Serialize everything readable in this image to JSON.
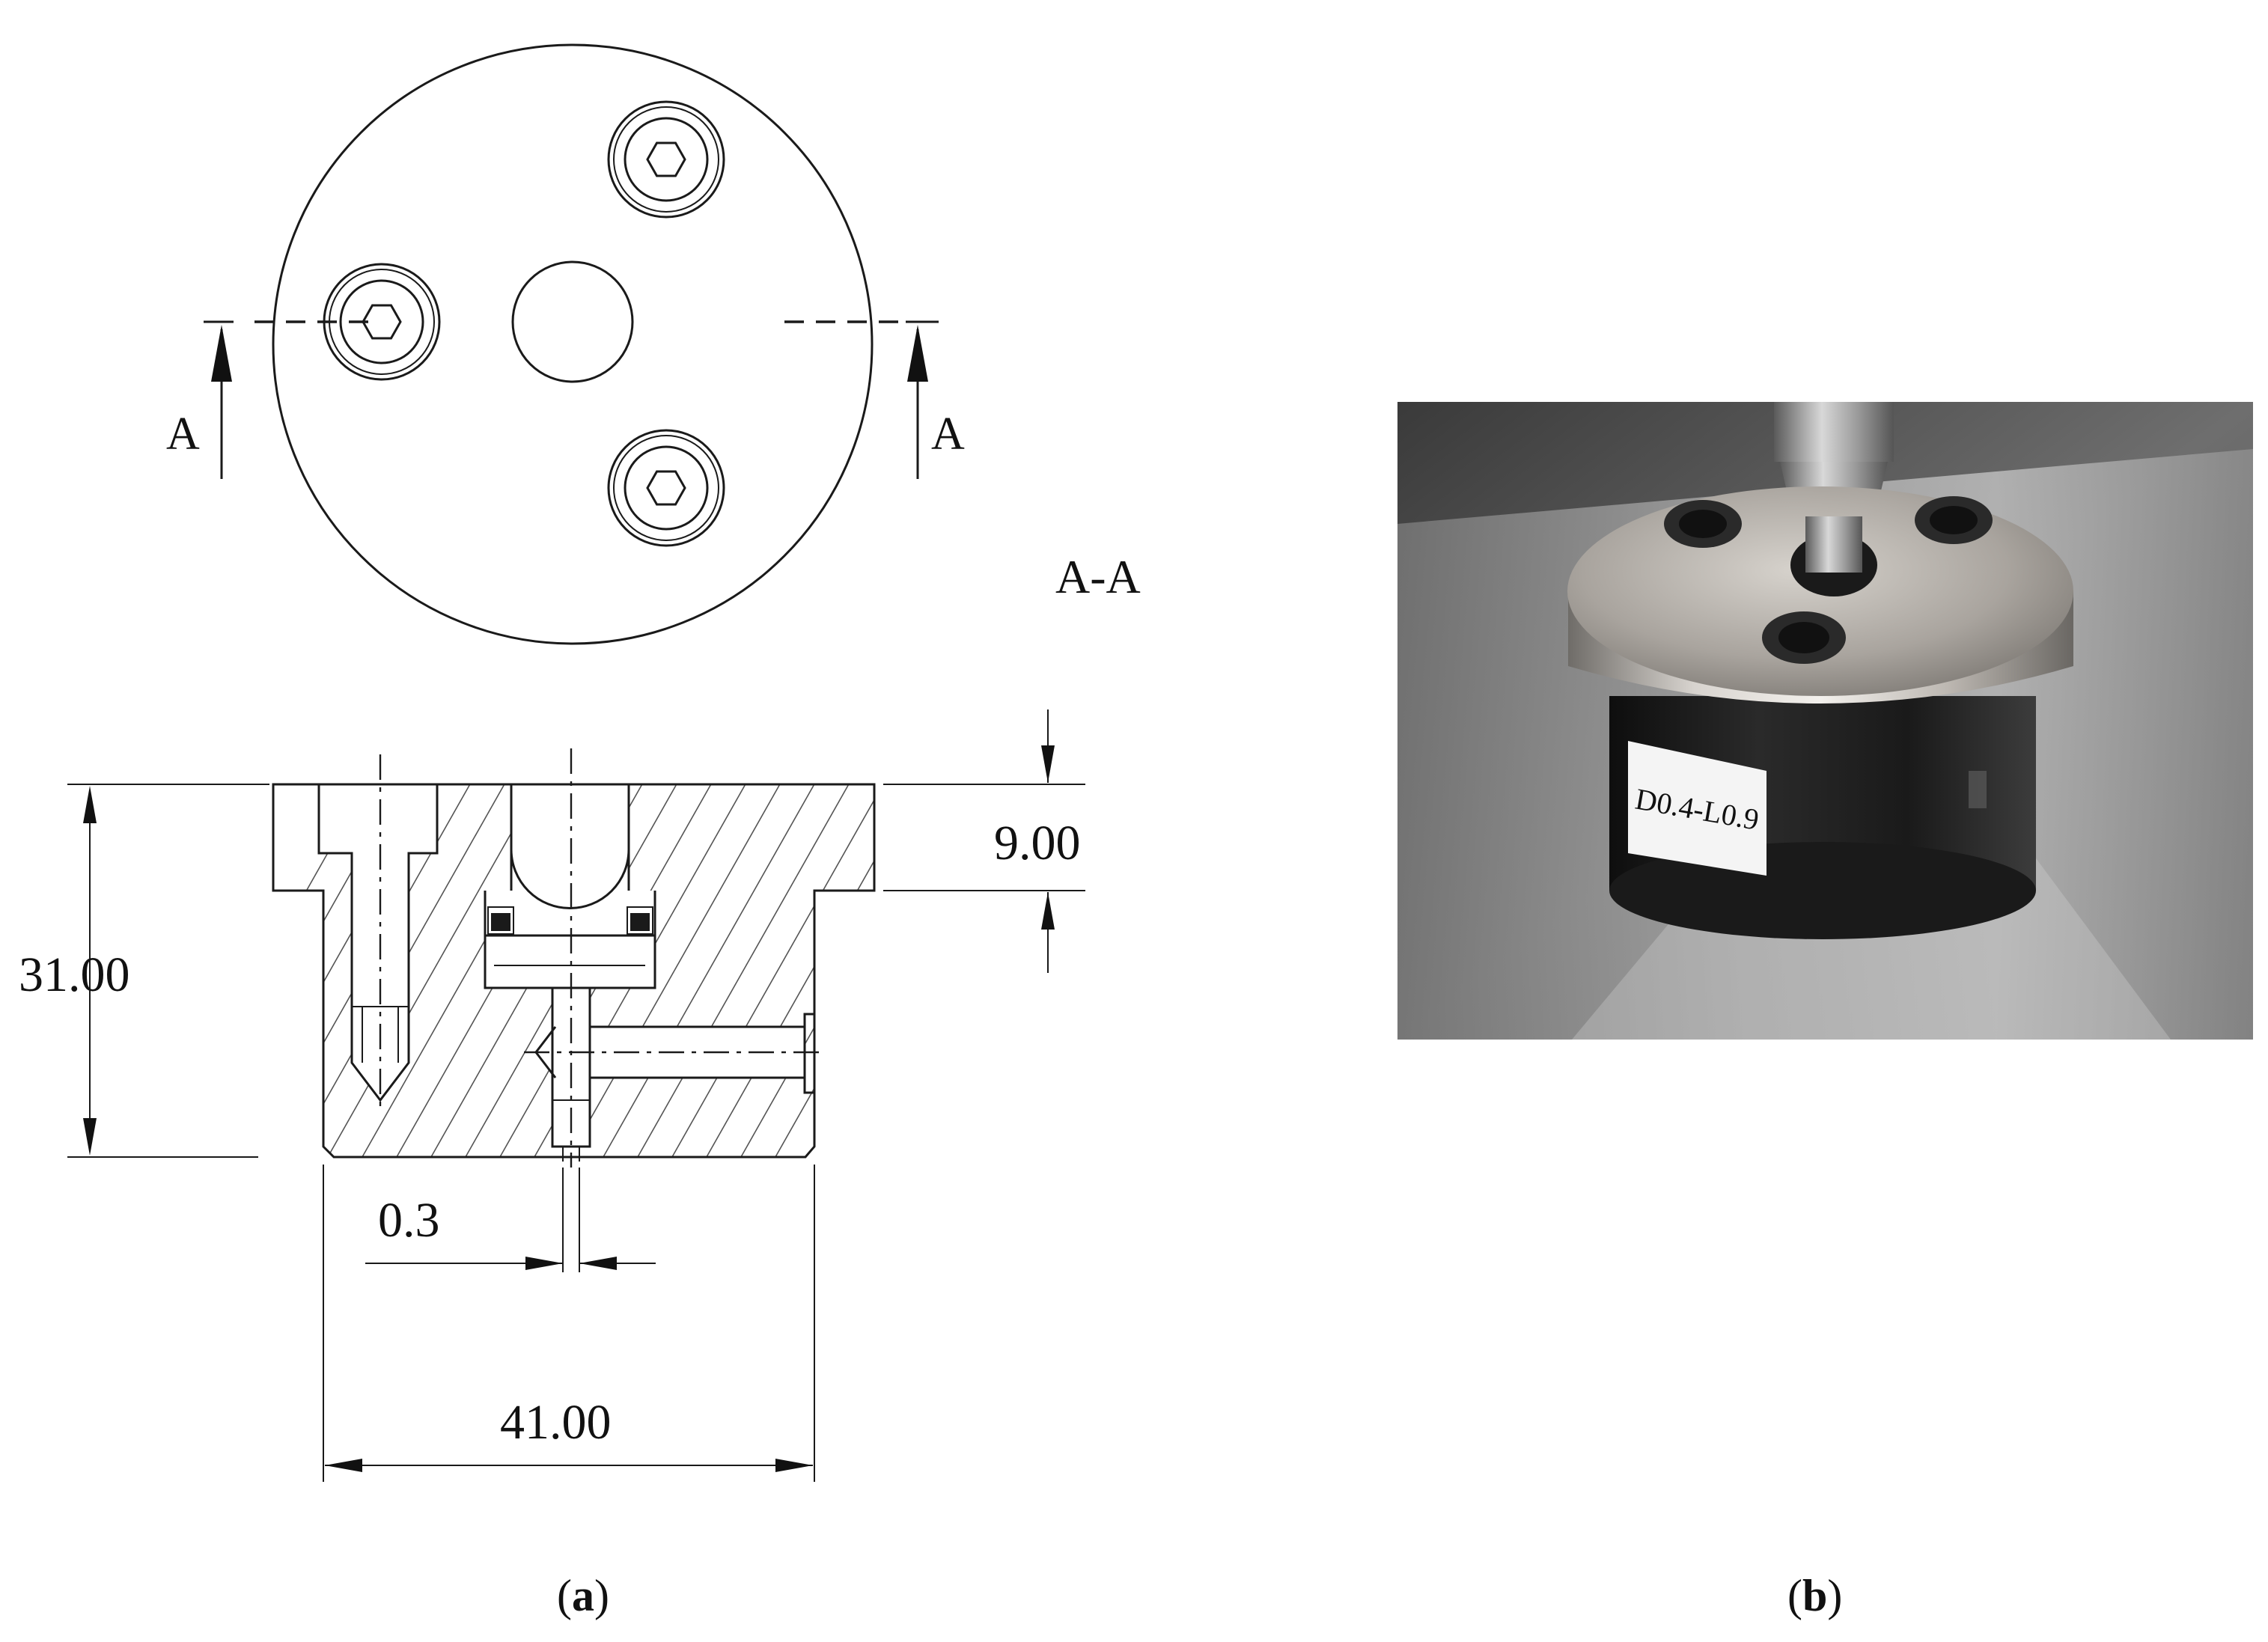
{
  "section_markers": {
    "left": "A",
    "right": "A"
  },
  "section_title": "A-A",
  "dimensions": {
    "height_total": "31.00",
    "flange_thickness": "9.00",
    "nozzle_hole": "0.3",
    "width_total": "41.00"
  },
  "photo": {
    "label_text": "D0.4-L0.9"
  },
  "captions": {
    "a": {
      "open": "(",
      "letter": "a",
      "close": ")"
    },
    "b": {
      "open": "(",
      "letter": "b",
      "close": ")"
    }
  }
}
